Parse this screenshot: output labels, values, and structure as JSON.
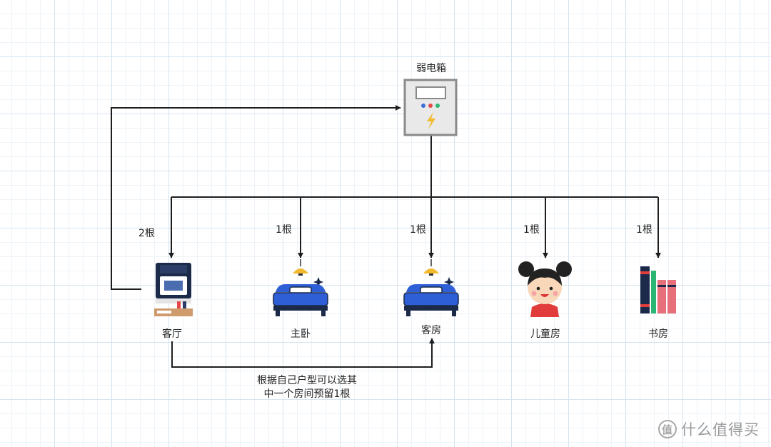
{
  "hub": {
    "label": "弱电箱"
  },
  "rooms": [
    {
      "name": "客厅",
      "count": "2根",
      "icon": "tv-cabinet-icon"
    },
    {
      "name": "主卧",
      "count": "1根",
      "icon": "bed-icon"
    },
    {
      "name": "客房",
      "count": "1根",
      "icon": "bed-icon"
    },
    {
      "name": "儿童房",
      "count": "1根",
      "icon": "girl-face-icon"
    },
    {
      "name": "书房",
      "count": "1根",
      "icon": "books-icon"
    }
  ],
  "note": {
    "line1": "根据自己户型可以选其",
    "line2": "中一个房间预留1根"
  },
  "watermark": {
    "logo_text": "值",
    "text": "什么值得买"
  },
  "colors": {
    "line": "#1e1e1e",
    "box_gray": "#8a8a8a",
    "bed_blue": "#2f5fd6",
    "lamp_yellow": "#f2b92c",
    "girl_red": "#e23b3b"
  }
}
